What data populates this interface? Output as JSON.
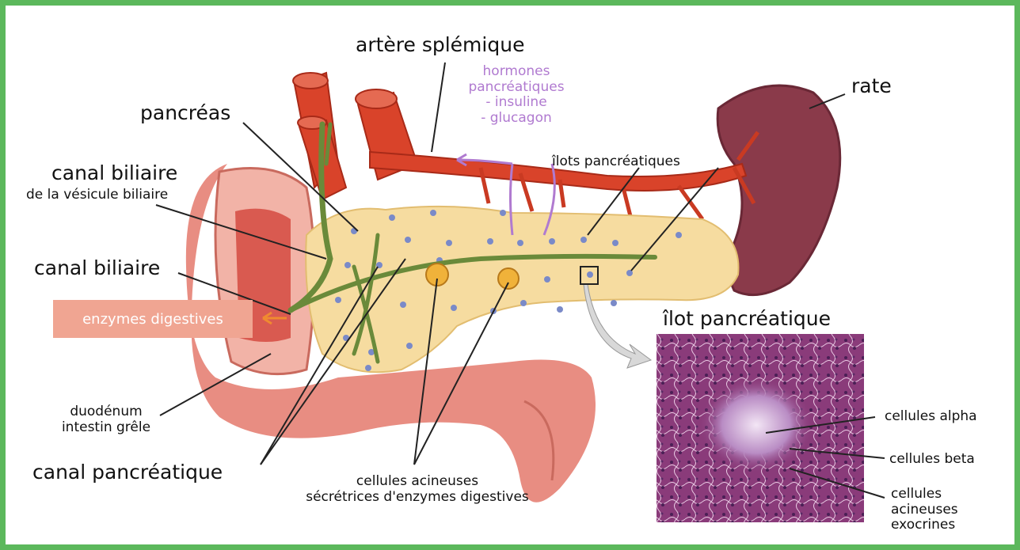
{
  "labels": {
    "artere_splenique": "artère splémique",
    "hormones_line1": "hormones",
    "hormones_line2": "pancréatiques",
    "hormones_line3": "- insuline",
    "hormones_line4": "- glucagon",
    "rate": "rate",
    "pancreas": "pancréas",
    "ilots_pancreatiques": "îlots pancréatiques",
    "canal_biliaire_vesicule": "canal biliaire",
    "canal_biliaire_vesicule_sub": "de la vésicule biliaire",
    "canal_biliaire": "canal biliaire",
    "enzymes_digestives": "enzymes digestives",
    "ilot_pancreatique": "îlot pancréatique",
    "duodenum_line1": "duodénum",
    "duodenum_line2": "intestin grêle",
    "canal_pancreatique": "canal pancréatique",
    "acineuses_line1": "cellules acineuses",
    "acineuses_line2": "sécrétrices d'enzymes digestives",
    "cellules_alpha": "cellules alpha",
    "cellules_beta": "cellules beta",
    "acineuses_exo_line1": "cellules",
    "acineuses_exo_line2": "acineuses",
    "acineuses_exo_line3": "exocrines"
  },
  "colors": {
    "frame_border": "#5cb85c",
    "hormone_text": "#b07ad0",
    "enzyme_box": "#f0a592",
    "artery": "#d9432a",
    "pancreas": "#f6dca0",
    "duct": "#6a8a3a",
    "spleen": "#8a3a4a",
    "duodenum": "#e88d82",
    "micrograph": "#8a3b7a"
  }
}
